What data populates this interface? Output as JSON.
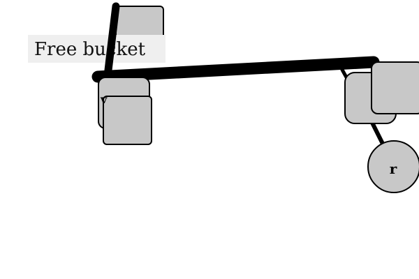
{
  "caption": "Free bucket",
  "nodes": {
    "r": {
      "label": "r"
    },
    "v": {
      "label": "v"
    }
  }
}
